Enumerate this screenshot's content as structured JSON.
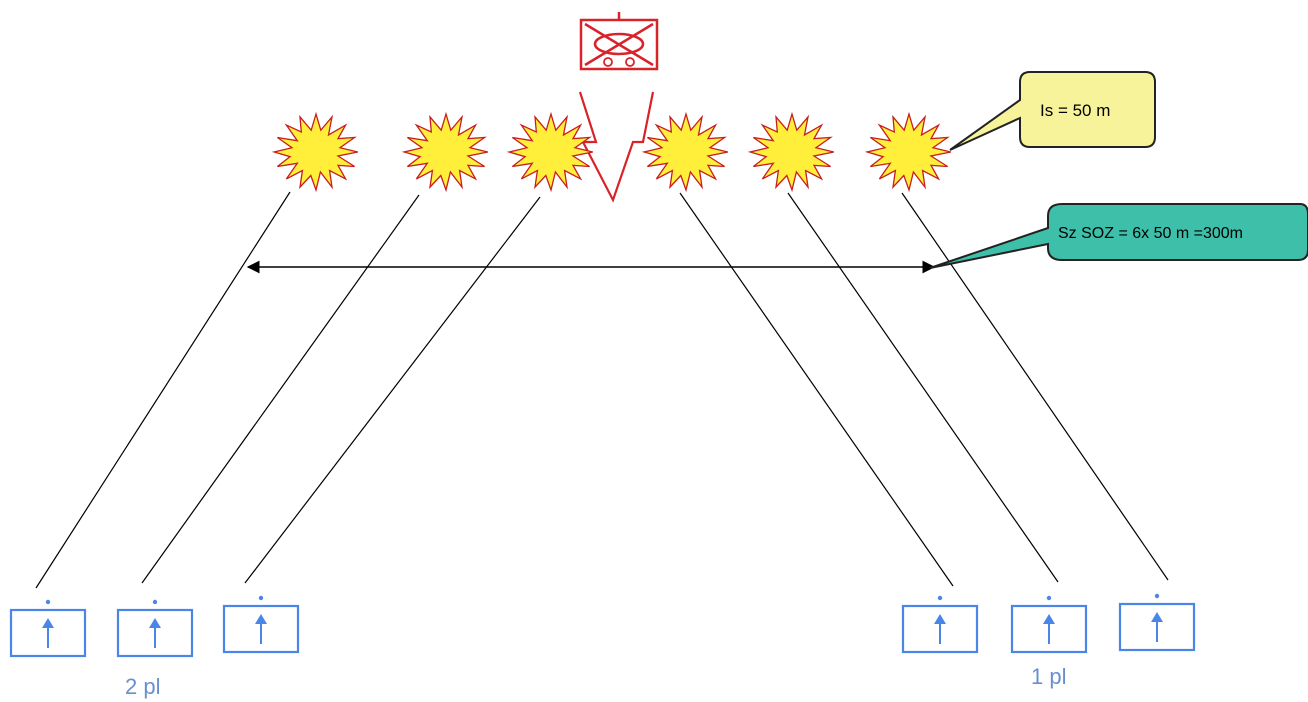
{
  "callouts": {
    "interval": "Is = 50 m",
    "front_width": "Sz SOZ = 6x 50 m =300m"
  },
  "groups": {
    "left": "2 pl",
    "right": "1 pl"
  },
  "colors": {
    "enemy": "#d8232a",
    "burst_fill": "#ffee3a",
    "burst_edge": "#c81e1e",
    "unit": "#4a86e8",
    "callout_yellow": "#f6f39a",
    "callout_teal": "#3dbfaa",
    "line": "#000000"
  },
  "icons": {
    "enemy": "enemy-armored-vehicle-icon",
    "burst": "explosion-burst-icon",
    "unit": "friendly-unit-arrow-icon"
  }
}
